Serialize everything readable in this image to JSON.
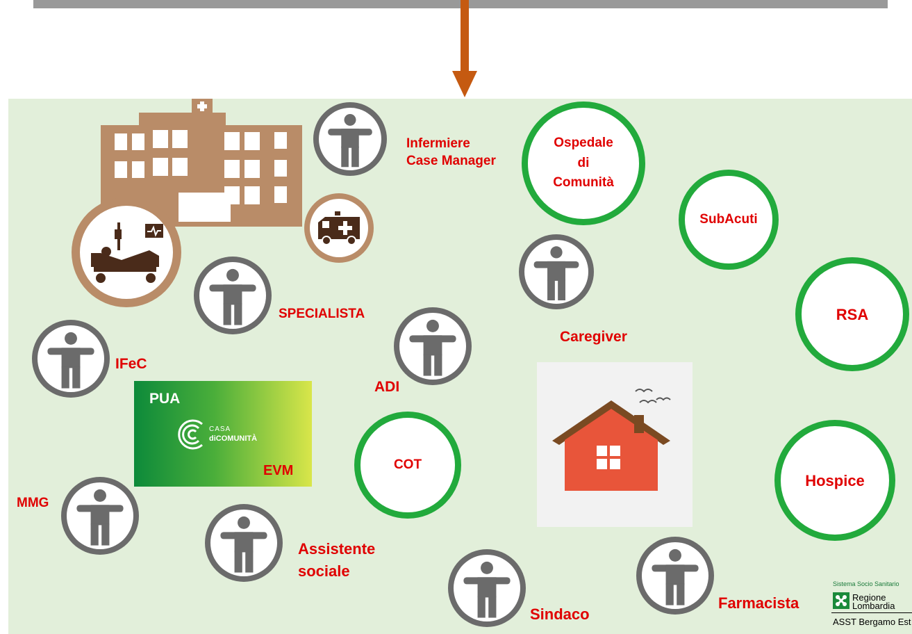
{
  "roles": {
    "infermiere": "Infermiere\nCase Manager",
    "specialista": "SPECIALISTA",
    "ifec": "IFeC",
    "adi": "ADI",
    "caregiver": "Caregiver",
    "mmg": "MMG",
    "assistente": "Assistente\nsociale",
    "sindaco": "Sindaco",
    "farmacista": "Farmacista"
  },
  "facilities": {
    "ospedale": "Ospedale\ndi\nComunità",
    "subacuti": "SubAcuti",
    "rsa": "RSA",
    "hospice": "Hospice",
    "cot": "COT"
  },
  "pua": {
    "title": "PUA",
    "logo_line1": "CASA",
    "logo_line2": "diCOMUNITÀ",
    "evm": "EVM"
  },
  "logo": {
    "top": "Sistema Socio Sanitario",
    "name1": "Regione",
    "name2": "Lombardia",
    "asst": "ASST Bergamo Est"
  },
  "colors": {
    "accent": "#e00000",
    "arrow": "#c55a11",
    "panel": "#e2efda",
    "facility_ring": "#22aa3c",
    "person_ring": "#6b6b6b",
    "hospital": "#b98c68"
  }
}
